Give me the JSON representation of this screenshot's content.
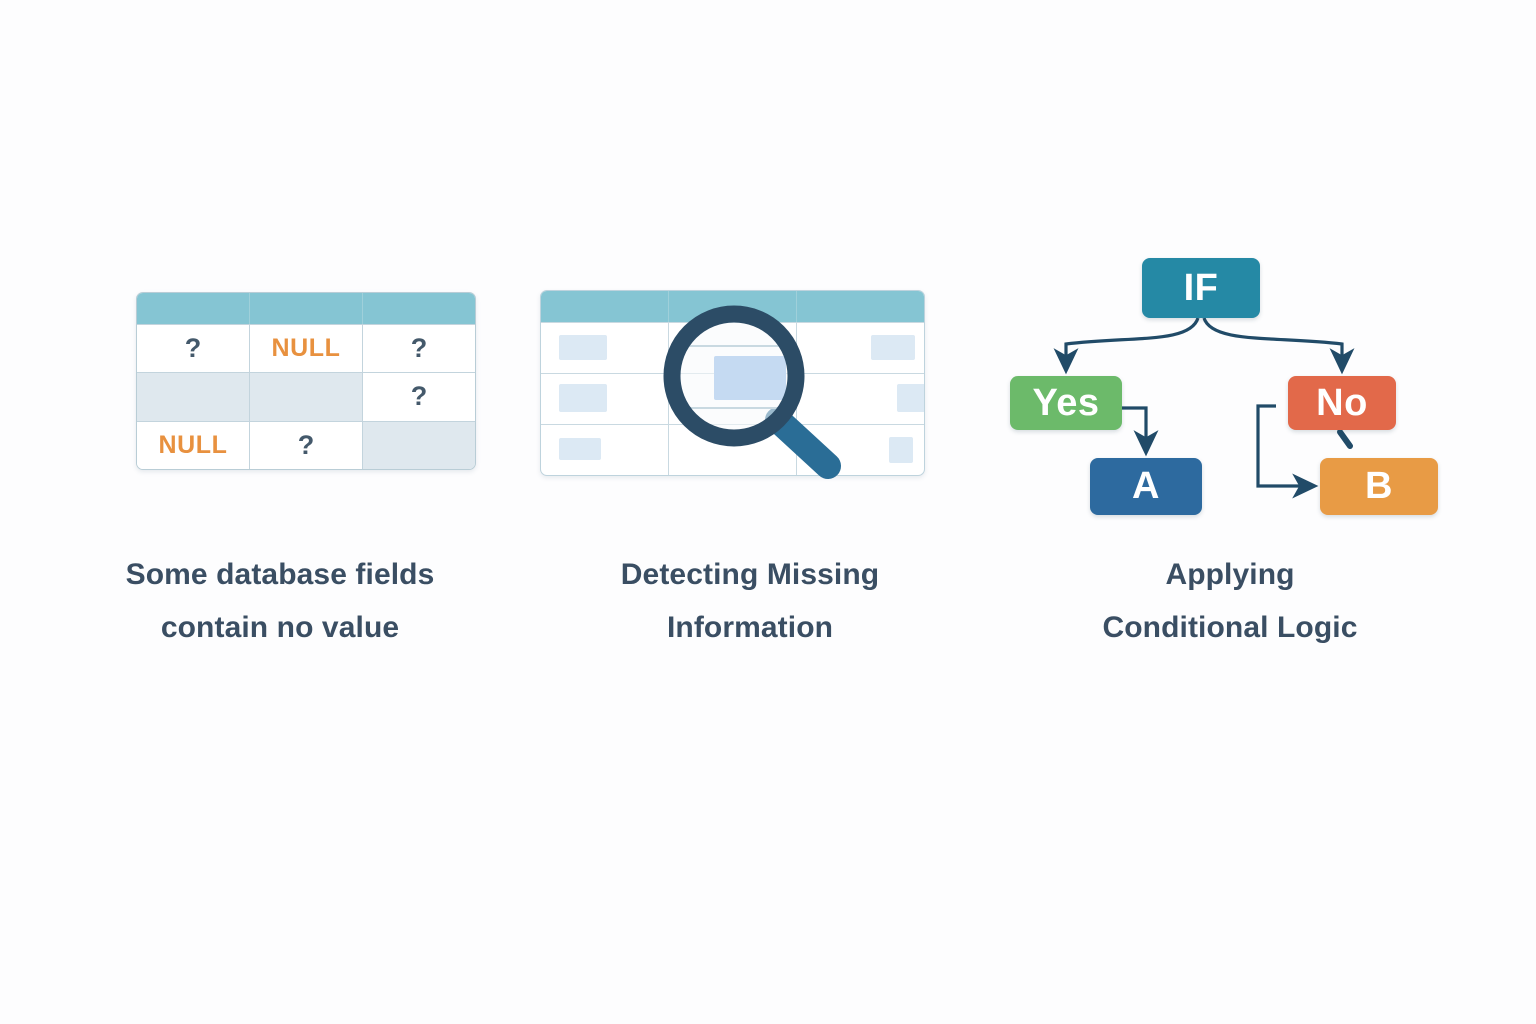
{
  "background_color": "#fdfdfe",
  "caption_color": "#3a4e63",
  "panels": [
    {
      "id": "null-values",
      "caption_line1": "Some database fields",
      "caption_line2": "contain no value",
      "table": {
        "header_color": "#85c5d3",
        "null_color": "#e8913f",
        "qmark_color": "#44596b",
        "columns": 3,
        "header_cells": [
          "",
          "",
          ""
        ],
        "rows": [
          [
            {
              "text": "?",
              "kind": "qmark",
              "shaded": false
            },
            {
              "text": "NULL",
              "kind": "null",
              "shaded": false
            },
            {
              "text": "?",
              "kind": "qmark",
              "shaded": false
            }
          ],
          [
            {
              "text": "",
              "kind": "empty",
              "shaded": true
            },
            {
              "text": "",
              "kind": "empty",
              "shaded": true
            },
            {
              "text": "?",
              "kind": "qmark",
              "shaded": false
            }
          ],
          [
            {
              "text": "NULL",
              "kind": "null",
              "shaded": false
            },
            {
              "text": "?",
              "kind": "qmark",
              "shaded": false
            },
            {
              "text": "",
              "kind": "empty",
              "shaded": true
            }
          ]
        ]
      }
    },
    {
      "id": "detect-missing",
      "caption_line1": "Detecting Missing",
      "caption_line2": "Information",
      "table": {
        "header_color": "#85c5d3",
        "placeholder_color": "#dce9f4",
        "columns": 3,
        "rows": 3
      },
      "magnifier": {
        "ring_color": "#2c4c66",
        "handle_color": "#2a6d96",
        "lens_color": "#f7fafb"
      }
    },
    {
      "id": "conditional-logic",
      "caption_line1": "Applying",
      "caption_line2": "Conditional Logic",
      "flowchart": {
        "arrow_color": "#214b68",
        "nodes": [
          {
            "id": "if",
            "label": "IF",
            "color": "#2589a5"
          },
          {
            "id": "yes",
            "label": "Yes",
            "color": "#6cba6a"
          },
          {
            "id": "no",
            "label": "No",
            "color": "#e2694a"
          },
          {
            "id": "a",
            "label": "A",
            "color": "#2d6a9f"
          },
          {
            "id": "b",
            "label": "B",
            "color": "#e89b45"
          }
        ],
        "edges": [
          {
            "from": "if",
            "to": "yes"
          },
          {
            "from": "if",
            "to": "no"
          },
          {
            "from": "yes",
            "to": "a"
          },
          {
            "from": "no",
            "to": "b"
          }
        ]
      }
    }
  ]
}
